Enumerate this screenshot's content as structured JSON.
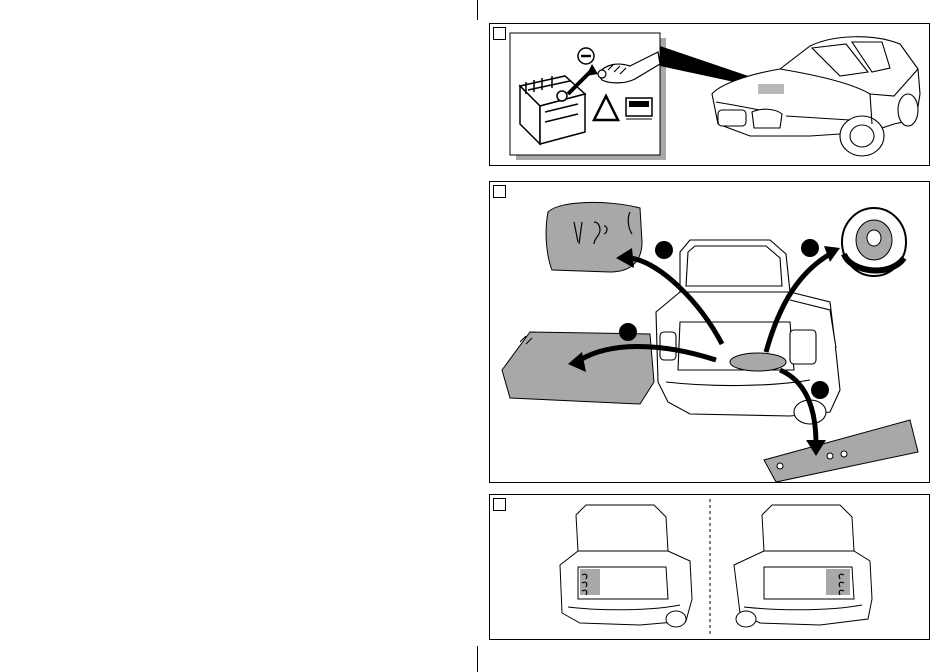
{
  "page": {
    "background": "#ffffff",
    "shade_color": "#a8a8a8",
    "line_color": "#000000"
  },
  "panels": [
    {
      "id": "step-1",
      "step_label": "",
      "illustration": [
        "battery-icon",
        "minus-terminal-icon",
        "hand-icon",
        "warning-triangle-icon",
        "manual-book-icon",
        "car-front-view"
      ]
    },
    {
      "id": "step-2",
      "step_label": "",
      "illustration": [
        "car-rear-trunk-open",
        "tool-tray",
        "spare-tire-icon",
        "trunk-floor-mat",
        "foam-insert",
        "arrow-icon"
      ]
    },
    {
      "id": "step-3",
      "step_label": "",
      "illustration": [
        "car-rear-trunk-left",
        "car-rear-trunk-right",
        "trim-clip-icon"
      ]
    }
  ]
}
